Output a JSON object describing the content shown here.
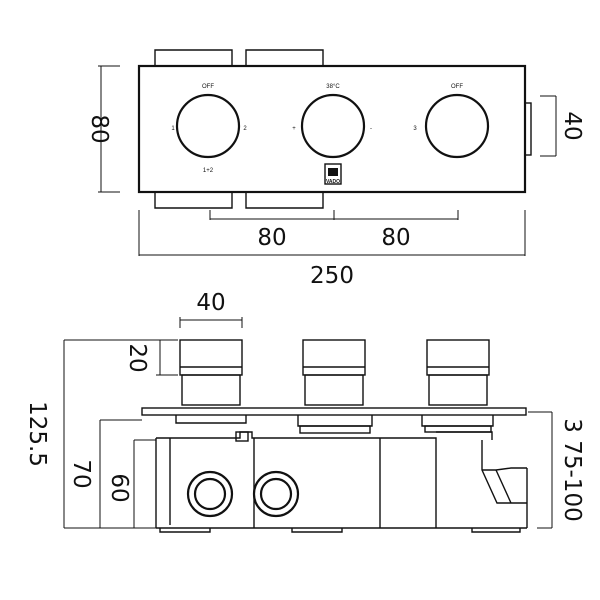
{
  "front_view": {
    "dims": {
      "width_total": "250",
      "spacing_left": "80",
      "spacing_right": "80",
      "height": "80",
      "knob_diameter": "40"
    },
    "knobs": [
      {
        "top": "OFF",
        "left": "1",
        "right": "2",
        "bottom": "1+2"
      },
      {
        "top": "38°C",
        "left": "+",
        "right": "-",
        "bottom": ""
      },
      {
        "top": "OFF",
        "left": "3",
        "right": "",
        "bottom": ""
      }
    ],
    "logo": "VADO"
  },
  "side_view": {
    "dims": {
      "handle_width": "40",
      "handle_height": "20",
      "overall_height": "125.5",
      "body_70": "70",
      "body_60": "60",
      "wall_range": "3 75-100"
    }
  }
}
